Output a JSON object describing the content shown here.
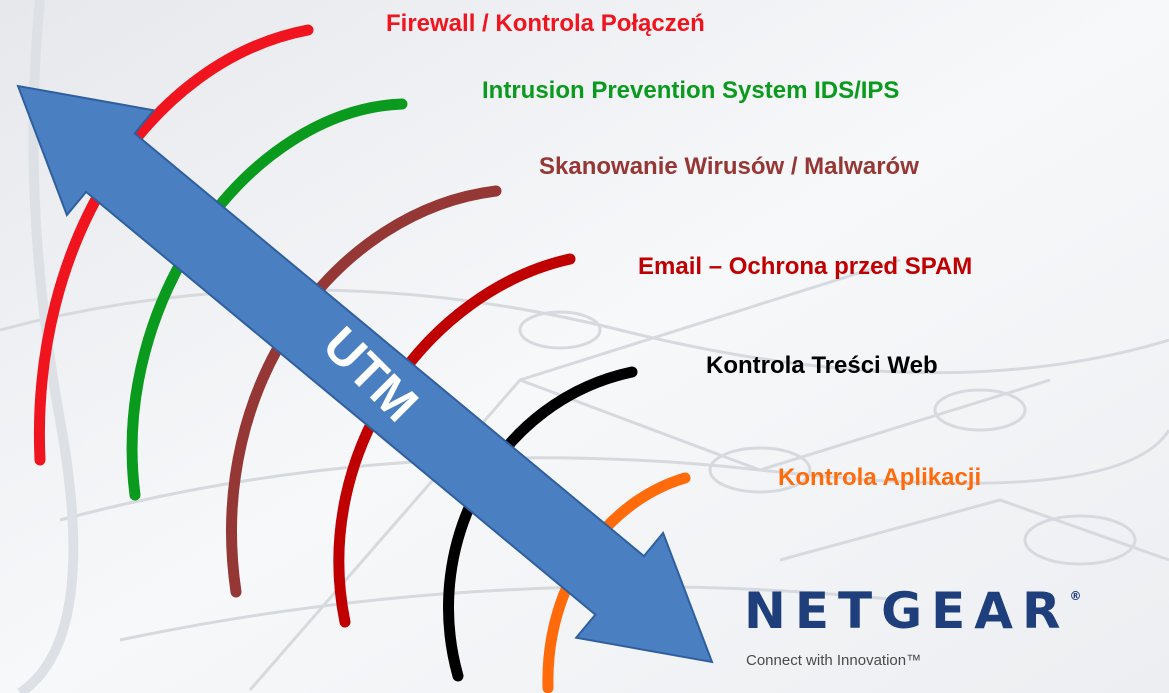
{
  "layers": [
    {
      "id": "firewall",
      "label": "Firewall / Kontrola Połączeń",
      "color": "#f0141e"
    },
    {
      "id": "ips",
      "label": "Intrusion Prevention System IDS/IPS",
      "color": "#0a9a1e"
    },
    {
      "id": "av",
      "label": "Skanowanie Wirusów / Malwarów",
      "color": "#953735"
    },
    {
      "id": "spam",
      "label": "Email – Ochrona przed SPAM",
      "color": "#c00000"
    },
    {
      "id": "web",
      "label": "Kontrola Treści Web",
      "color": "#000000"
    },
    {
      "id": "app",
      "label": "Kontrola Aplikacji",
      "color": "#ff6a0a"
    }
  ],
  "arrow": {
    "label": "UTM",
    "color": "#4a7fc1"
  },
  "brand": {
    "name": "NETGEAR",
    "registered": "®",
    "tagline": "Connect with Innovation™",
    "color": "#1f3e7c"
  }
}
